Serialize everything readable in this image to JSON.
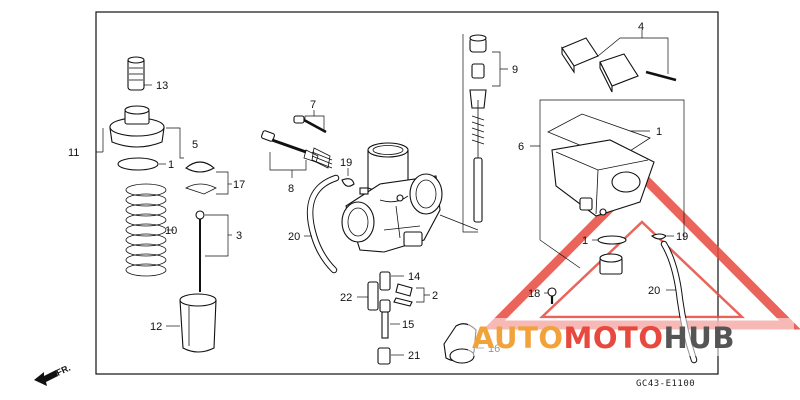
{
  "diagram": {
    "callouts": {
      "c1a": "1",
      "c1b": "1",
      "c1c": "1",
      "c2": "2",
      "c3": "3",
      "c4": "4",
      "c5": "5",
      "c6": "6",
      "c7": "7",
      "c8": "8",
      "c9": "9",
      "c10": "10",
      "c11": "11",
      "c12": "12",
      "c13": "13",
      "c14": "14",
      "c15": "15",
      "c16": "16",
      "c17": "17",
      "c18": "18",
      "c19a": "19",
      "c19b": "19",
      "c20a": "20",
      "c20b": "20",
      "c21": "21",
      "c22": "22"
    },
    "direction_label": "FR.",
    "figure_code": "GC43-E1100"
  },
  "watermark": {
    "part1": "AUTO",
    "part2": "MOTO",
    "part3": "HUB",
    "colors": {
      "red": "#e8493f",
      "orange": "#f2a23a",
      "dark": "#555555"
    }
  }
}
